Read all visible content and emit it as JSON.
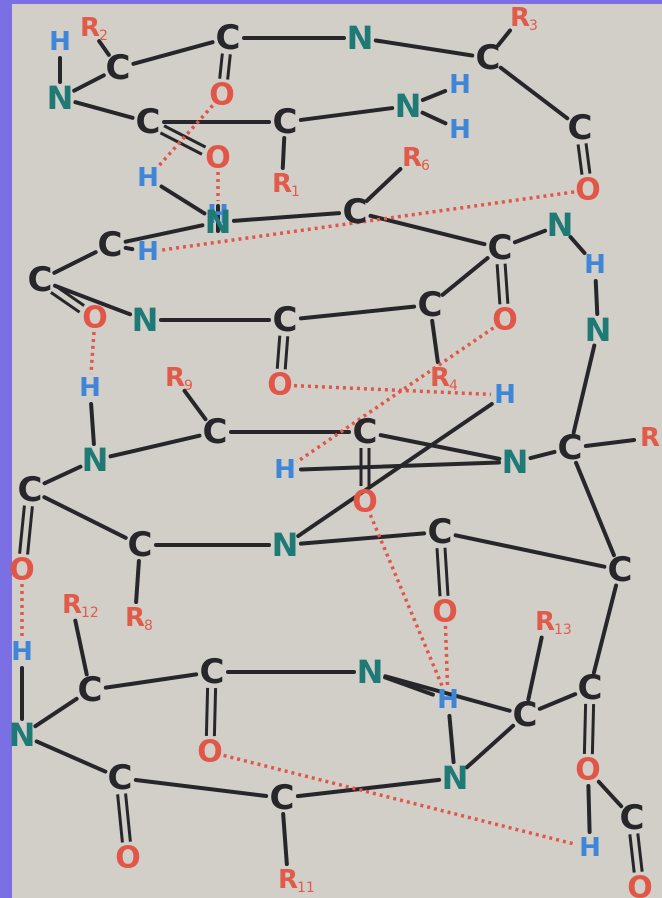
{
  "colors": {
    "border": "#7a6fe3",
    "paper": "#d2cfc9",
    "carbon": "#27272b",
    "nitrogen": "#1f7a76",
    "hydrogen": "#3f86d8",
    "oxygen": "#e25648",
    "r_group": "#e15b4a",
    "bond": "#27272b",
    "hbond": "#e25648"
  },
  "atoms": [
    {
      "id": "H01",
      "el": "H",
      "txt": "H"
    },
    {
      "id": "R2",
      "el": "R",
      "txt": "R",
      "sub": "2"
    },
    {
      "id": "C01",
      "el": "C",
      "txt": "C"
    },
    {
      "id": "C02",
      "el": "C",
      "txt": "C"
    },
    {
      "id": "N01",
      "el": "N",
      "txt": "N"
    },
    {
      "id": "R3",
      "el": "R",
      "txt": "R",
      "sub": "3"
    },
    {
      "id": "C03",
      "el": "C",
      "txt": "C"
    },
    {
      "id": "O01",
      "el": "O",
      "txt": "O"
    },
    {
      "id": "N02",
      "el": "N",
      "txt": "N"
    },
    {
      "id": "C04",
      "el": "C",
      "txt": "C"
    },
    {
      "id": "C05",
      "el": "C",
      "txt": "C"
    },
    {
      "id": "N03",
      "el": "N",
      "txt": "N"
    },
    {
      "id": "H02",
      "el": "H",
      "txt": "H"
    },
    {
      "id": "H03",
      "el": "H",
      "txt": "H"
    },
    {
      "id": "C06",
      "el": "C",
      "txt": "C"
    },
    {
      "id": "H04",
      "el": "H",
      "txt": "H"
    },
    {
      "id": "R6",
      "el": "R",
      "txt": "R",
      "sub": "6"
    },
    {
      "id": "O02",
      "el": "O",
      "txt": "O"
    },
    {
      "id": "R1",
      "el": "R",
      "txt": "R",
      "sub": "1"
    },
    {
      "id": "H05",
      "el": "H",
      "txt": "H"
    },
    {
      "id": "O03",
      "el": "O",
      "txt": "O"
    },
    {
      "id": "N04",
      "el": "N",
      "txt": "N"
    },
    {
      "id": "C07",
      "el": "C",
      "txt": "C"
    },
    {
      "id": "N05",
      "el": "N",
      "txt": "N"
    },
    {
      "id": "C08",
      "el": "C",
      "txt": "C"
    },
    {
      "id": "H06",
      "el": "H",
      "txt": "H"
    },
    {
      "id": "C09",
      "el": "C",
      "txt": "C"
    },
    {
      "id": "C10",
      "el": "C",
      "txt": "C"
    },
    {
      "id": "H07",
      "el": "H",
      "txt": "H"
    },
    {
      "id": "O04",
      "el": "O",
      "txt": "O"
    },
    {
      "id": "N06",
      "el": "N",
      "txt": "N"
    },
    {
      "id": "C11",
      "el": "C",
      "txt": "C"
    },
    {
      "id": "C12",
      "el": "C",
      "txt": "C"
    },
    {
      "id": "O05",
      "el": "O",
      "txt": "O"
    },
    {
      "id": "N07",
      "el": "N",
      "txt": "N"
    },
    {
      "id": "R9",
      "el": "R",
      "txt": "R",
      "sub": "9"
    },
    {
      "id": "O06",
      "el": "O",
      "txt": "O"
    },
    {
      "id": "R4",
      "el": "R",
      "txt": "R",
      "sub": "4"
    },
    {
      "id": "H08",
      "el": "H",
      "txt": "H"
    },
    {
      "id": "H09",
      "el": "H",
      "txt": "H"
    },
    {
      "id": "C13",
      "el": "C",
      "txt": "C"
    },
    {
      "id": "C14",
      "el": "C",
      "txt": "C"
    },
    {
      "id": "N08",
      "el": "N",
      "txt": "N"
    },
    {
      "id": "H10",
      "el": "H",
      "txt": "H"
    },
    {
      "id": "N09",
      "el": "N",
      "txt": "N"
    },
    {
      "id": "C15",
      "el": "C",
      "txt": "C"
    },
    {
      "id": "R_edge",
      "el": "R",
      "txt": "R"
    },
    {
      "id": "C16",
      "el": "C",
      "txt": "C"
    },
    {
      "id": "O07",
      "el": "O",
      "txt": "O"
    },
    {
      "id": "C17",
      "el": "C",
      "txt": "C"
    },
    {
      "id": "N10",
      "el": "N",
      "txt": "N"
    },
    {
      "id": "C18",
      "el": "C",
      "txt": "C"
    },
    {
      "id": "C19",
      "el": "C",
      "txt": "C"
    },
    {
      "id": "O08",
      "el": "O",
      "txt": "O"
    },
    {
      "id": "R12",
      "el": "R",
      "txt": "R",
      "sub": "12"
    },
    {
      "id": "R8",
      "el": "R",
      "txt": "R",
      "sub": "8"
    },
    {
      "id": "H11",
      "el": "H",
      "txt": "H"
    },
    {
      "id": "H12",
      "el": "H",
      "txt": "H"
    },
    {
      "id": "O09",
      "el": "O",
      "txt": "O"
    },
    {
      "id": "R13",
      "el": "R",
      "txt": "R",
      "sub": "13"
    },
    {
      "id": "N11",
      "el": "N",
      "txt": "N"
    },
    {
      "id": "C20",
      "el": "C",
      "txt": "C"
    },
    {
      "id": "C21",
      "el": "C",
      "txt": "C"
    },
    {
      "id": "N12",
      "el": "N",
      "txt": "N"
    },
    {
      "id": "H13",
      "el": "H",
      "txt": "H"
    },
    {
      "id": "C22",
      "el": "C",
      "txt": "C"
    },
    {
      "id": "C23",
      "el": "C",
      "txt": "C"
    },
    {
      "id": "O10",
      "el": "O",
      "txt": "O"
    },
    {
      "id": "C24",
      "el": "C",
      "txt": "C"
    },
    {
      "id": "C25",
      "el": "C",
      "txt": "C"
    },
    {
      "id": "N13",
      "el": "N",
      "txt": "N"
    },
    {
      "id": "O11",
      "el": "O",
      "txt": "O"
    },
    {
      "id": "C26",
      "el": "C",
      "txt": "C"
    },
    {
      "id": "O12",
      "el": "O",
      "txt": "O"
    },
    {
      "id": "R11",
      "el": "R",
      "txt": "R",
      "sub": "11"
    },
    {
      "id": "H14",
      "el": "H",
      "txt": "H"
    },
    {
      "id": "O13",
      "el": "O",
      "txt": "O"
    }
  ],
  "bonds": [
    [
      "H01",
      "N02",
      "s"
    ],
    [
      "R2",
      "C01",
      "s"
    ],
    [
      "C01",
      "C02",
      "s"
    ],
    [
      "C02",
      "N01",
      "s"
    ],
    [
      "N01",
      "C03",
      "s"
    ],
    [
      "R3",
      "C03",
      "s"
    ],
    [
      "C01",
      "N02",
      "s"
    ],
    [
      "N02",
      "C04",
      "s"
    ],
    [
      "C04",
      "C05",
      "s"
    ],
    [
      "C05",
      "N03",
      "s"
    ],
    [
      "N03",
      "H02",
      "s"
    ],
    [
      "N03",
      "H03",
      "s"
    ],
    [
      "C02",
      "O01",
      "d"
    ],
    [
      "C04",
      "O02",
      "d"
    ],
    [
      "C05",
      "R1",
      "s"
    ],
    [
      "C03",
      "C06",
      "s"
    ],
    [
      "C06",
      "O03",
      "d"
    ],
    [
      "H04",
      "N04",
      "s"
    ],
    [
      "N04",
      "C07",
      "s"
    ],
    [
      "C07",
      "R6",
      "s"
    ],
    [
      "C07",
      "C09",
      "s"
    ],
    [
      "C09",
      "N05",
      "s"
    ],
    [
      "H05",
      "N04",
      "s"
    ],
    [
      "C10",
      "C08",
      "s"
    ],
    [
      "C08",
      "N04",
      "s"
    ],
    [
      "C08",
      "H06",
      "s"
    ],
    [
      "C10",
      "O04",
      "d"
    ],
    [
      "C10",
      "N06",
      "s"
    ],
    [
      "N06",
      "C11",
      "s"
    ],
    [
      "C11",
      "C12",
      "s"
    ],
    [
      "C12",
      "C09",
      "s"
    ],
    [
      "C09",
      "O05",
      "d"
    ],
    [
      "C12",
      "R4",
      "s"
    ],
    [
      "N05",
      "H07",
      "s"
    ],
    [
      "N07",
      "C15",
      "s"
    ],
    [
      "H07",
      "N07",
      "s"
    ],
    [
      "R9",
      "C13",
      "s"
    ],
    [
      "H08",
      "N08",
      "s"
    ],
    [
      "N08",
      "C13",
      "s"
    ],
    [
      "C13",
      "C14",
      "s"
    ],
    [
      "C14",
      "N09",
      "s"
    ],
    [
      "C11",
      "O06",
      "d"
    ],
    [
      "C14",
      "O07",
      "d"
    ],
    [
      "N09",
      "H10",
      "s"
    ],
    [
      "N09",
      "C15",
      "s"
    ],
    [
      "C15",
      "R_edge",
      "s"
    ],
    [
      "C16",
      "N08",
      "s"
    ],
    [
      "C16",
      "O08",
      "d"
    ],
    [
      "C16",
      "C17",
      "s"
    ],
    [
      "C17",
      "N10",
      "s"
    ],
    [
      "C17",
      "R8",
      "s"
    ],
    [
      "N10",
      "H09",
      "s"
    ],
    [
      "N10",
      "C18",
      "s"
    ],
    [
      "C18",
      "O09",
      "d"
    ],
    [
      "C18",
      "C19",
      "s"
    ],
    [
      "C19",
      "C15",
      "s"
    ],
    [
      "C19",
      "C25",
      "s"
    ],
    [
      "C25",
      "O12",
      "d"
    ],
    [
      "H11",
      "N11",
      "s"
    ],
    [
      "N11",
      "C20",
      "s"
    ],
    [
      "C20",
      "R12",
      "s"
    ],
    [
      "C20",
      "C21",
      "s"
    ],
    [
      "C21",
      "O10",
      "d"
    ],
    [
      "C21",
      "N12",
      "s"
    ],
    [
      "N12",
      "H13",
      "s"
    ],
    [
      "N12",
      "C24",
      "s"
    ],
    [
      "C24",
      "R13",
      "s"
    ],
    [
      "C24",
      "C25",
      "s"
    ],
    [
      "N11",
      "C22",
      "s"
    ],
    [
      "C22",
      "O11",
      "d"
    ],
    [
      "C22",
      "C23",
      "s"
    ],
    [
      "C23",
      "R11",
      "s"
    ],
    [
      "C23",
      "N13",
      "s"
    ],
    [
      "N13",
      "H12",
      "s"
    ],
    [
      "N13",
      "C24",
      "s"
    ],
    [
      "C26",
      "O12",
      "s"
    ],
    [
      "O12",
      "H14",
      "s"
    ],
    [
      "C26",
      "O13",
      "d"
    ]
  ],
  "hbonds": [
    [
      "O01",
      "H04"
    ],
    [
      "O02",
      "H05"
    ],
    [
      "O03",
      "H06"
    ],
    [
      "O04",
      "H08"
    ],
    [
      "O05",
      "H10"
    ],
    [
      "O06",
      "H09"
    ],
    [
      "O07",
      "H12"
    ],
    [
      "O08",
      "H11"
    ],
    [
      "O09",
      "H13"
    ],
    [
      "O10",
      "H14"
    ]
  ]
}
